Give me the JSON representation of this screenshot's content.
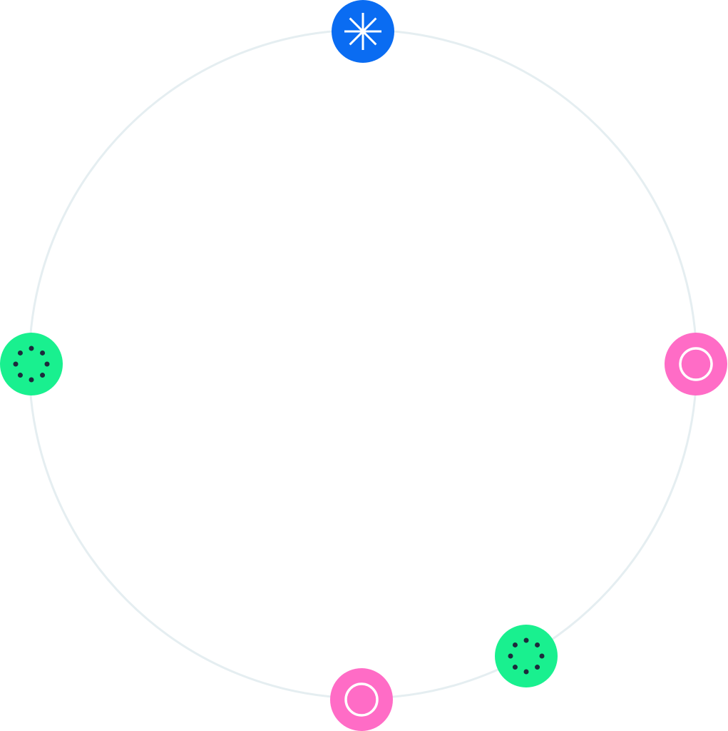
{
  "colors": {
    "ring": "#e5eef1",
    "blue": "#0a6cf2",
    "green": "#19f08f",
    "pink": "#ff6cc6",
    "dots": "#1d2a3c",
    "glyph": "#ffffff"
  },
  "nodes": [
    {
      "id": "top",
      "kind": "asterisk",
      "color": "blue"
    },
    {
      "id": "left",
      "kind": "dots",
      "color": "green"
    },
    {
      "id": "right",
      "kind": "ring",
      "color": "pink"
    },
    {
      "id": "bottom",
      "kind": "ring",
      "color": "pink"
    },
    {
      "id": "bottom-right",
      "kind": "dots",
      "color": "green"
    }
  ]
}
